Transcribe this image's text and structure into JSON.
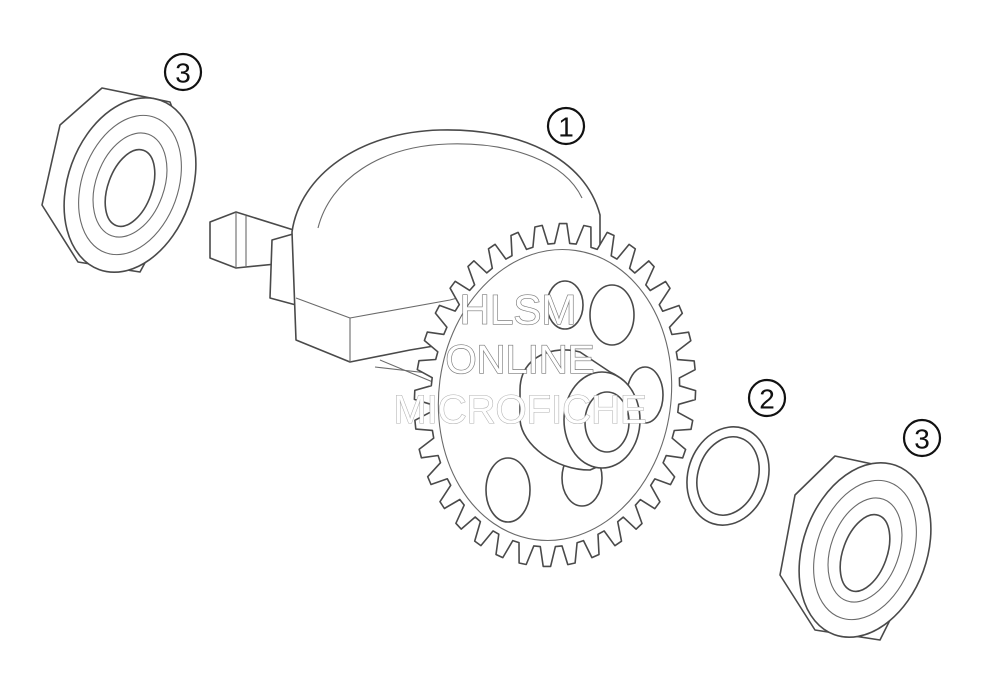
{
  "callouts": {
    "crankshaft": "1",
    "washer": "2",
    "bearing_left": "3",
    "bearing_right": "3"
  },
  "watermark": {
    "line1": "HLSM",
    "line2": "ONLINE",
    "line3": "MICROFICHE"
  },
  "colors": {
    "line": "#4a4a4a",
    "callout": "#111111",
    "background": "#ffffff"
  }
}
